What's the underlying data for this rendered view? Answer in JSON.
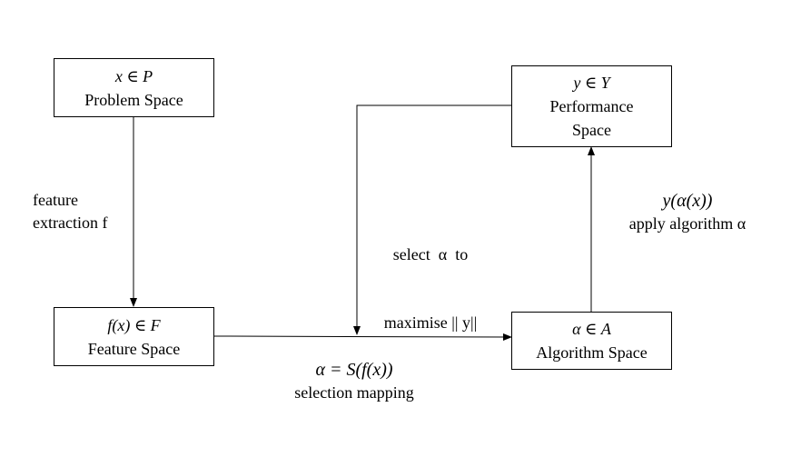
{
  "nodes": {
    "problem": {
      "math": "x ∈ P",
      "label": "Problem Space"
    },
    "performance": {
      "math": "y ∈ Y",
      "label_line1": "Performance",
      "label_line2": "Space"
    },
    "feature": {
      "math": "f(x) ∈ F",
      "label": "Feature Space"
    },
    "algorithm": {
      "math": "α ∈ A",
      "label": "Algorithm Space"
    }
  },
  "edges": {
    "feature_extraction": {
      "line1": "feature",
      "line2": "extraction f"
    },
    "select": {
      "line1": "select  α  to",
      "line2": "maximise || y||"
    },
    "apply": {
      "math": "y(α(x))",
      "label": "apply algorithm α"
    },
    "selection_mapping": {
      "math": "α = S(f(x))",
      "label": "selection mapping"
    }
  },
  "colors": {
    "stroke": "#000000",
    "background": "#ffffff"
  }
}
